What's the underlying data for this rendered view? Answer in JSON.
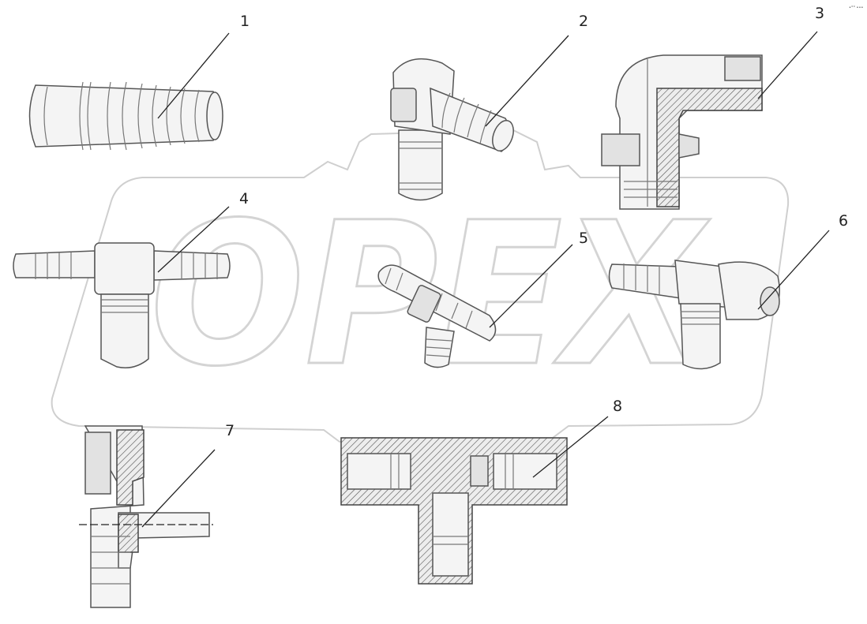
{
  "watermark": {
    "text": "OPEX"
  },
  "corner_note": {
    "text": "•°° •••"
  },
  "callouts": [
    {
      "id": "1",
      "label": "1"
    },
    {
      "id": "2",
      "label": "2"
    },
    {
      "id": "3",
      "label": "3"
    },
    {
      "id": "4",
      "label": "4"
    },
    {
      "id": "5",
      "label": "5"
    },
    {
      "id": "6",
      "label": "6"
    },
    {
      "id": "7",
      "label": "7"
    },
    {
      "id": "8",
      "label": "8"
    }
  ],
  "parts": [
    {
      "id": "1",
      "name": "straight-barb-connector"
    },
    {
      "id": "2",
      "name": "elbow-barb-quick-connector"
    },
    {
      "id": "3",
      "name": "elbow-threaded-adapter-section"
    },
    {
      "id": "4",
      "name": "tee-barb-quick-connector"
    },
    {
      "id": "5",
      "name": "tee-barb-connector"
    },
    {
      "id": "6",
      "name": "tee-barb-elbow-connector"
    },
    {
      "id": "7",
      "name": "quick-connector-section"
    },
    {
      "id": "8",
      "name": "tee-quick-connector-section"
    }
  ]
}
